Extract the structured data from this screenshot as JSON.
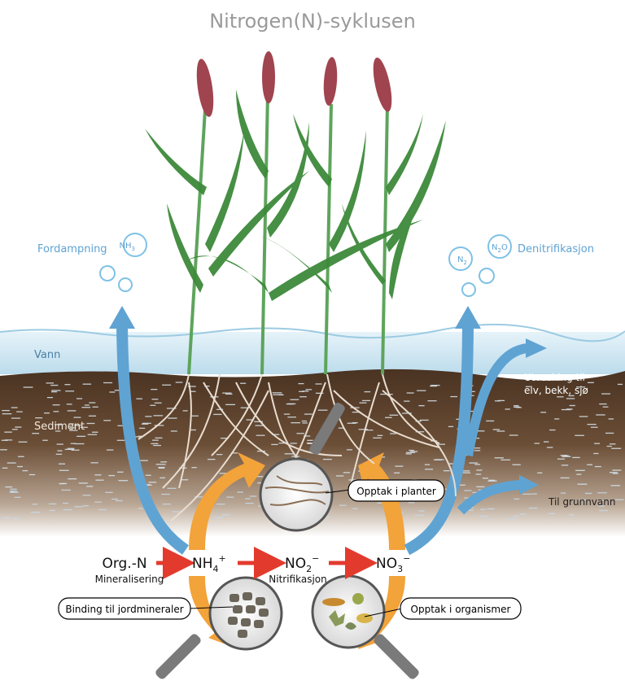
{
  "title": "Nitrogen(N)-syklusen",
  "labels": {
    "vann": "Vann",
    "sediment": "Sediment",
    "fordampning": "Fordampning",
    "nh3": "NH",
    "nh3_sub": "3",
    "n2": "N",
    "n2_sub": "2",
    "n2o_n": "N",
    "n2o_sub": "2",
    "n2o_o": "O",
    "denitrifikasjon": "Denitrifikasjon",
    "utvasking_line1": "Utvasking til",
    "utvasking_line2": "elv, bekk, sjø",
    "grunnvann": "Til grunnvann"
  },
  "chain": {
    "org_n": "Org.-N",
    "nh4": "NH",
    "nh4_sub": "4",
    "nh4_sup": "+",
    "no2": "NO",
    "no2_sub": "2",
    "no2_sup": "−",
    "no3": "NO",
    "no3_sub": "3",
    "no3_sup": "−",
    "mineralisering": "Mineralisering",
    "nitrifikasjon": "Nitrifikasjon"
  },
  "callouts": {
    "planter": "Opptak i planter",
    "jordmineraler": "Binding til jordmineraler",
    "organismer": "Opptak i organismer"
  },
  "colors": {
    "title": "#9a9a9a",
    "water": "#cfe8f3",
    "soil": "#5a3f2a",
    "blue_arrow": "#5fa3d3",
    "red_arrow": "#e23b2e",
    "orange_cycle": "#f2a33a",
    "plant": "#3d8a3a",
    "flower": "#a0444f"
  }
}
